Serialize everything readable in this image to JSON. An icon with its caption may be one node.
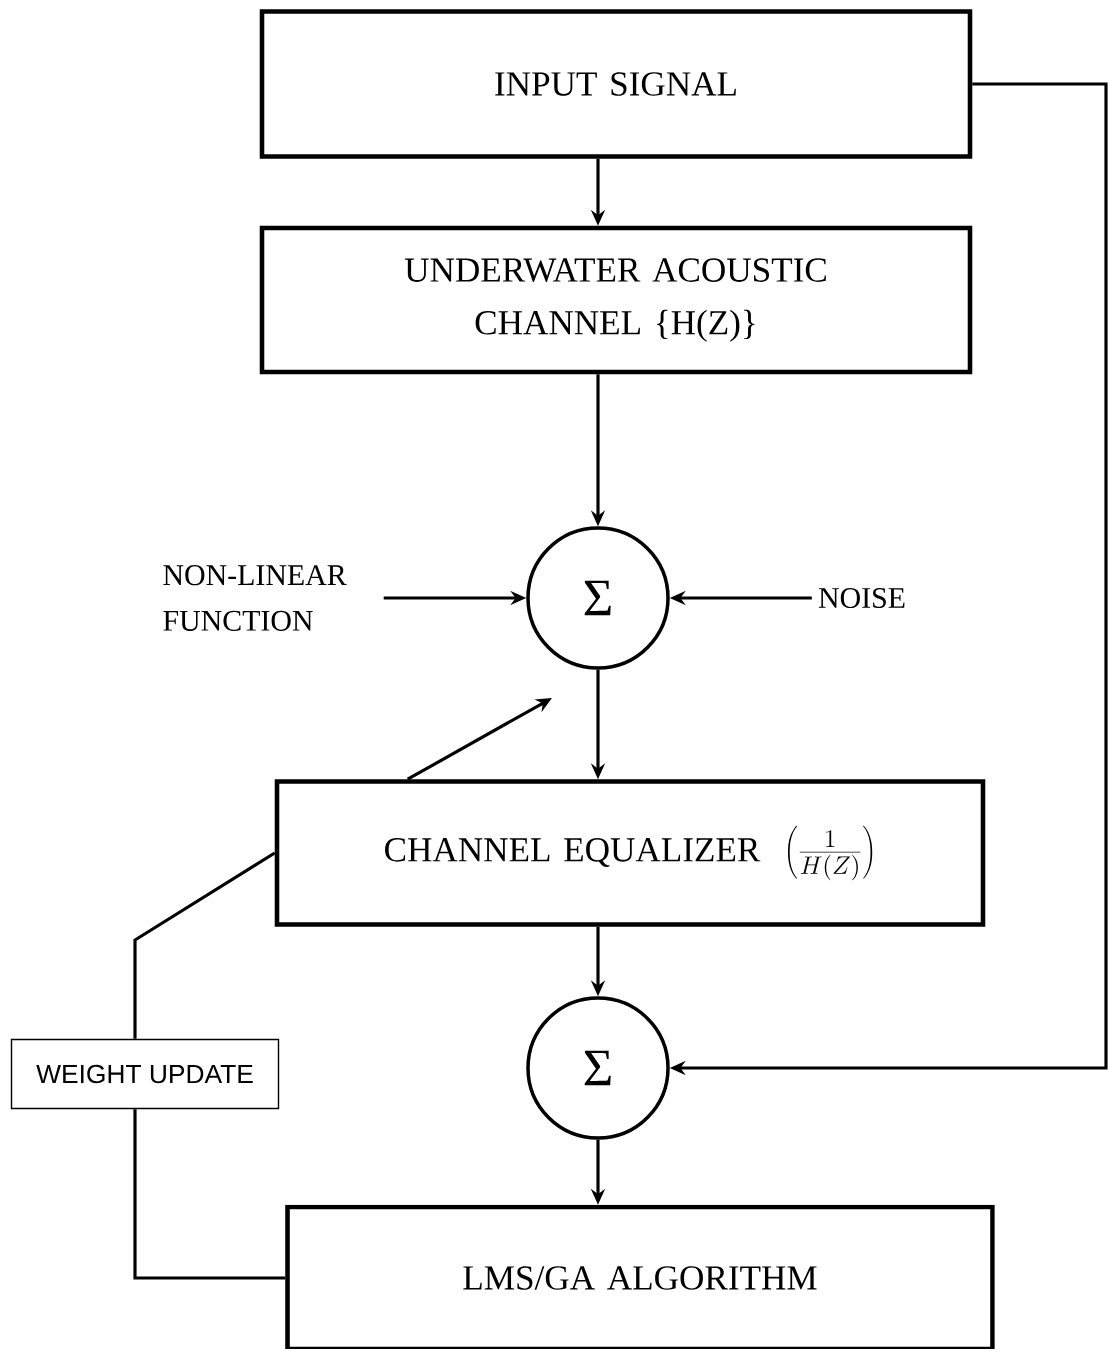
{
  "diagram": {
    "nodes": [
      {
        "text": [
          "INPUT SIGNAL"
        ]
      },
      {
        "text": [
          "UNDERWATER ACOUSTIC CHANNEL {H(Z)}"
        ]
      },
      {
        "text": [
          "Σ"
        ]
      },
      {
        "text": [
          "NON-LINEAR FUNCTION"
        ]
      },
      {
        "text": [
          "NOISE"
        ]
      },
      {
        "text": [
          "CHANNEL EQUALIZER",
          "\\left(\\frac{1}{H(Z)}\\right)"
        ]
      },
      {
        "text": [
          "Σ"
        ]
      },
      {
        "text": [
          "WEIGHT UPDATE"
        ]
      },
      {
        "text": [
          "LMS/GA ALGORITHM"
        ]
      }
    ],
    "edges": [
      {
        "from": 0,
        "to": 1,
        "arrow": "to"
      },
      {
        "from": 1,
        "to": 2,
        "arrow": "to"
      },
      {
        "from": 3,
        "to": 2,
        "arrow": "to"
      },
      {
        "from": 4,
        "to": 2,
        "arrow": "to"
      },
      {
        "from": 2,
        "to": 5,
        "arrow": "to"
      },
      {
        "from": 5,
        "to": null,
        "arrow": "to"
      },
      {
        "from": 5,
        "to": 6,
        "arrow": "to"
      },
      {
        "from": 0,
        "to": 6,
        "arrow": "to"
      },
      {
        "from": 6,
        "to": 8,
        "arrow": "to"
      },
      {
        "from": 8,
        "to": 7,
        "arrow": "none"
      },
      {
        "from": 7,
        "to": 5,
        "arrow": "none"
      }
    ]
  }
}
